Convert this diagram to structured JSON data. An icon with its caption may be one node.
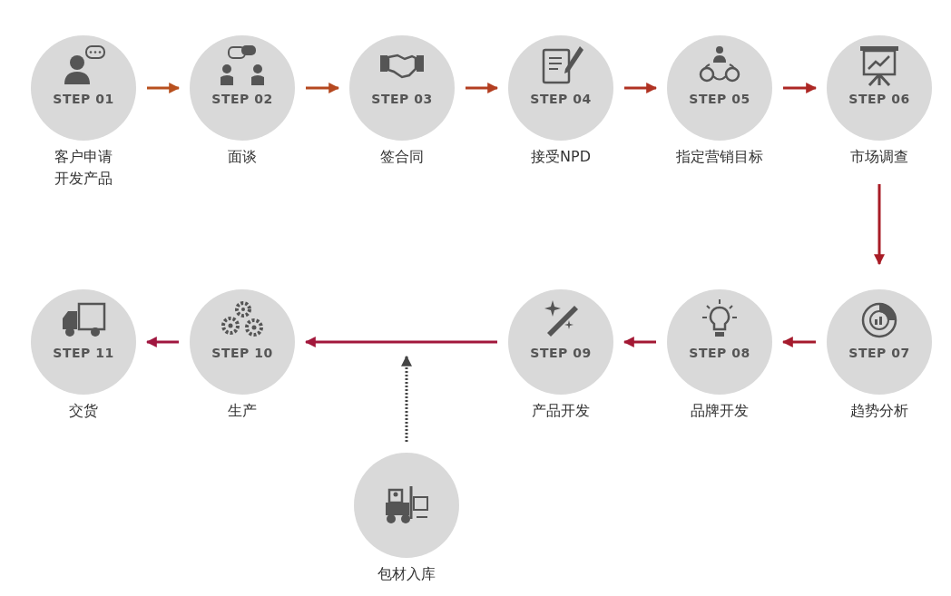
{
  "diagram": {
    "nodes": [
      {
        "text": [
          "STEP 01",
          "客户申请开发产品"
        ]
      },
      {
        "text": [
          "STEP 02",
          "面谈"
        ]
      },
      {
        "text": [
          "STEP 03",
          "签合同"
        ]
      },
      {
        "text": [
          "STEP 04",
          "接受NPD"
        ]
      },
      {
        "text": [
          "STEP 05",
          "指定营销目标"
        ]
      },
      {
        "text": [
          "STEP 06",
          "市场调查"
        ]
      },
      {
        "text": [
          "STEP 07",
          "趋势分析"
        ]
      },
      {
        "text": [
          "STEP 08",
          "品牌开发"
        ]
      },
      {
        "text": [
          "STEP 09",
          "产品开发"
        ]
      },
      {
        "text": [
          "STEP 10",
          "生产"
        ]
      },
      {
        "text": [
          "STEP 11",
          "交货"
        ]
      },
      {
        "text": [
          "包材入库"
        ]
      }
    ],
    "edges": [
      {
        "from": 0,
        "to": 1,
        "arrow": "to",
        "color": "#b8501e"
      },
      {
        "from": 1,
        "to": 2,
        "arrow": "to",
        "color": "#b5481f"
      },
      {
        "from": 2,
        "to": 3,
        "arrow": "to",
        "color": "#b33e20"
      },
      {
        "from": 3,
        "to": 4,
        "arrow": "to",
        "color": "#b03222"
      },
      {
        "from": 4,
        "to": 5,
        "arrow": "to",
        "color": "#ad2724"
      },
      {
        "from": 5,
        "to": 6,
        "arrow": "to",
        "color": "#a81c26"
      },
      {
        "from": 6,
        "to": 7,
        "arrow": "to",
        "color": "#a51a2c"
      },
      {
        "from": 7,
        "to": 8,
        "arrow": "to",
        "color": "#a31833"
      },
      {
        "from": 8,
        "to": 9,
        "arrow": "to",
        "color": "#a2173b"
      },
      {
        "from": 9,
        "to": 10,
        "arrow": "to",
        "color": "#a0163f"
      },
      {
        "from": 11,
        "to": null,
        "arrow": "to",
        "style": "dashed",
        "color": "#444444"
      }
    ]
  }
}
